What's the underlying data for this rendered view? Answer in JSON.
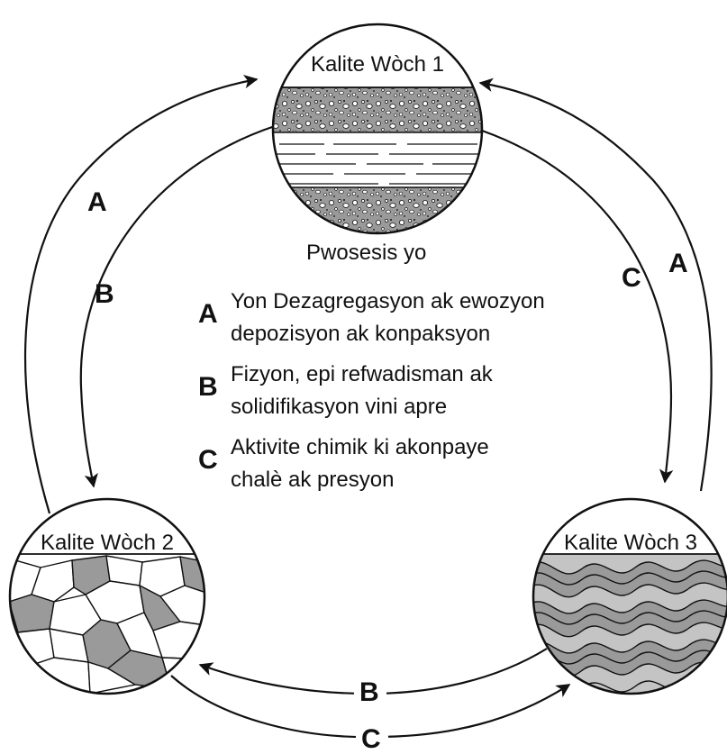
{
  "diagram": {
    "heading": "Pwosesis yo",
    "rock1_label": "Kalite Wòch 1",
    "rock2_label": "Kalite Wòch 2",
    "rock3_label": "Kalite Wòch 3",
    "arrow_labels": {
      "left_outer": "A",
      "left_inner": "B",
      "right_inner": "C",
      "right_outer": "A",
      "bottom_inner": "B",
      "bottom_outer": "C"
    },
    "legend": [
      {
        "letter": "A",
        "line1": "Yon Dezagregasyon ak ewozyon",
        "line2": "depozisyon ak konpaksyon"
      },
      {
        "letter": "B",
        "line1": "Fizyon, epi refwadisman ak",
        "line2": "solidifikasyon vini apre"
      },
      {
        "letter": "C",
        "line1": "Aktivite chimik ki akonpaye",
        "line2": "chalè ak presyon"
      }
    ],
    "colors": {
      "ink": "#111111",
      "shade": "#9a9a9a",
      "shade_light": "#c4c4c4",
      "paper": "#ffffff"
    }
  }
}
